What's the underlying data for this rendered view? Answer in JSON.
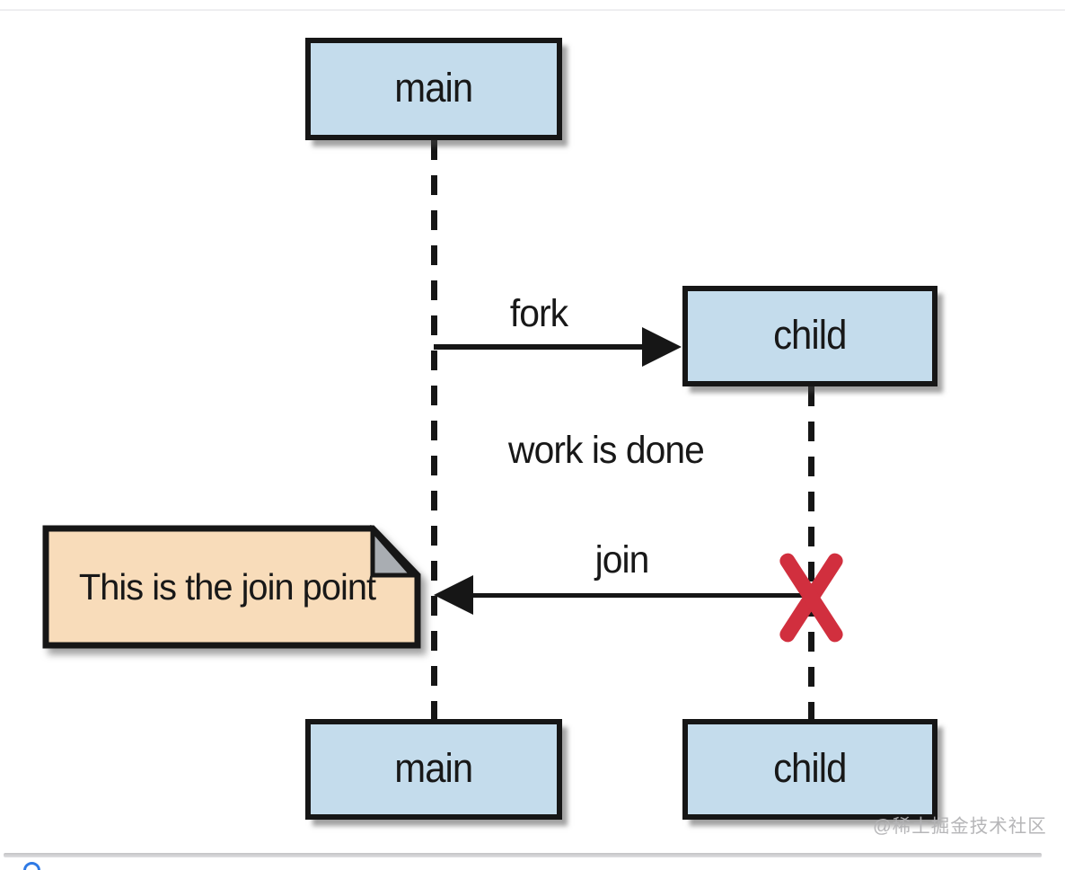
{
  "diagram": {
    "type": "sequence-diagram",
    "actors": {
      "top_main": "main",
      "top_child": "child",
      "bottom_main": "main",
      "bottom_child": "child"
    },
    "messages": {
      "fork": "fork",
      "work_done": "work is done",
      "join": "join"
    },
    "note": "This is the join point",
    "colors": {
      "actor_fill": "#c4dcec",
      "note_fill": "#f8dcba",
      "fold_fill": "#a9adb2",
      "line": "#161616",
      "destroy_x": "#d12f3e"
    }
  },
  "watermark": "@稀土掘金技术社区"
}
